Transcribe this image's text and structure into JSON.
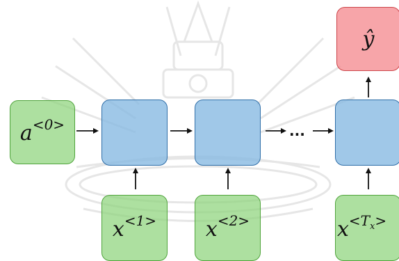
{
  "diagram": {
    "a0": {
      "base": "a",
      "sup": "<0>"
    },
    "x1": {
      "base": "x",
      "sup": "<1>"
    },
    "x2": {
      "base": "x",
      "sup": "<2>"
    },
    "xTx": {
      "base": "x",
      "sup_open": "<T",
      "sup_sub": "x",
      "sup_close": ">"
    },
    "y_hat": "ŷ",
    "ellipsis": "..."
  },
  "colors": {
    "input_fill": "#8ed47c",
    "hidden_fill": "#85b9e2",
    "output_fill": "#f58c91",
    "watermark": "#e4e4e4"
  },
  "watermark": {
    "icon": "university-crest-emblem"
  }
}
